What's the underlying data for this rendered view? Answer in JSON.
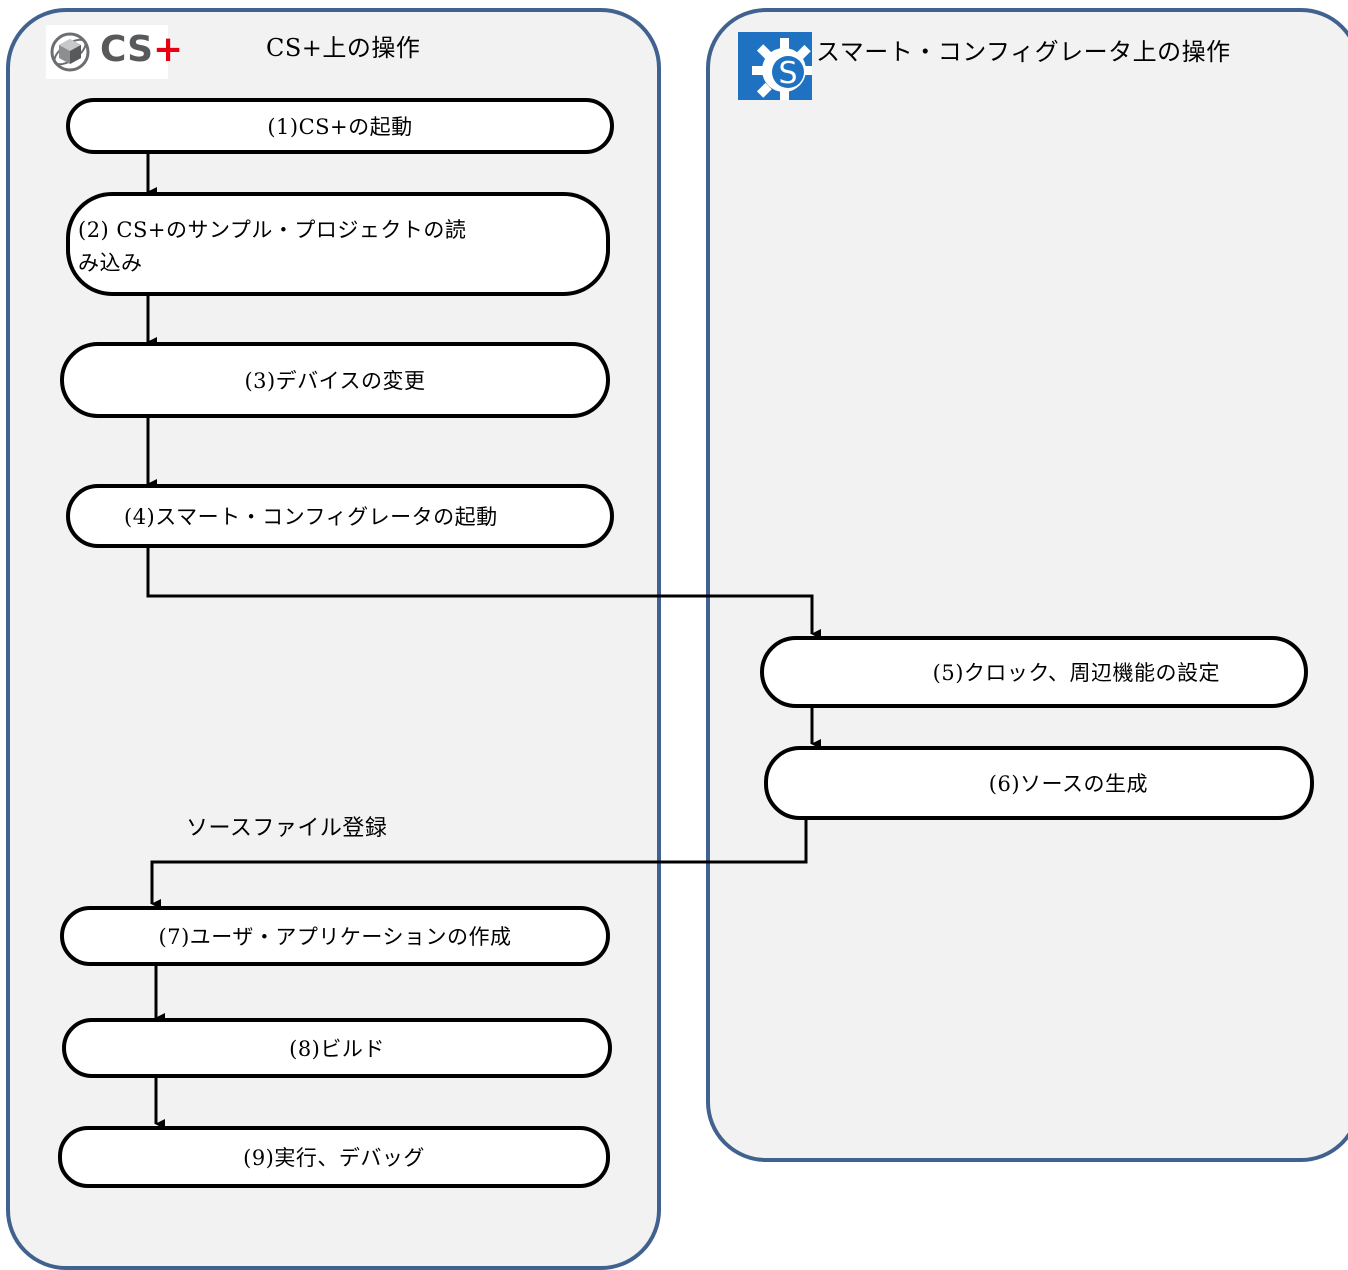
{
  "lanes": {
    "cs": {
      "title": "CS+上の操作",
      "logo_text": "CS+",
      "logo_icon": "cube-sphere-icon"
    },
    "sc": {
      "title": "スマート・コンフィグレータ上の操作",
      "logo_icon": "gear-s-icon"
    }
  },
  "steps": [
    {
      "id": 1,
      "label": "(1)CS+の起動"
    },
    {
      "id": 2,
      "label_line1": "(2) CS+のサンプル・プロジェクトの読",
      "label_line2": "み込み"
    },
    {
      "id": 3,
      "label": "(3)デバイスの変更"
    },
    {
      "id": 4,
      "label": "(4)スマート・コンフィグレータの起動"
    },
    {
      "id": 5,
      "label": "(5)クロック、周辺機能の設定"
    },
    {
      "id": 6,
      "label": "(6)ソースの生成"
    },
    {
      "id": 7,
      "label": "(7)ユーザ・アプリケーションの作成"
    },
    {
      "id": 8,
      "label": "(8)ビルド"
    },
    {
      "id": 9,
      "label": "(9)実行、デバッグ"
    }
  ],
  "annotations": {
    "source_registration": "ソースファイル登録"
  },
  "colors": {
    "lane_border": "#41628f",
    "lane_fill": "#f2f2f2",
    "sc_logo_bg": "#1e72c1",
    "cs_logo_plus": "#e60012"
  }
}
